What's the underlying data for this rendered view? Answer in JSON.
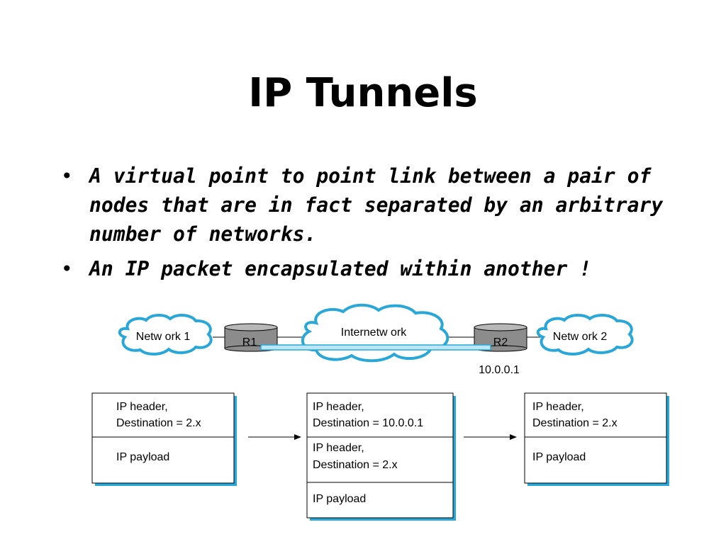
{
  "title": "IP Tunnels",
  "bullets": [
    "A virtual point to point link between a pair of nodes that are in fact separated by an arbitrary number of networks.",
    "An IP packet encapsulated within another !"
  ],
  "bullet_symbol": "•",
  "network": {
    "network1": "Netw ork 1",
    "internetwork": "Internetw ork",
    "network2": "Netw ork 2",
    "router1": "R1",
    "router2": "R2",
    "router2_address": "10.0.0.1"
  },
  "packets": {
    "first": {
      "header_line1": "IP header,",
      "header_line2": "Destination = 2.x",
      "payload": "IP payload"
    },
    "middle": {
      "outer_header_line1": "IP header,",
      "outer_header_line2": "Destination = 10.0.0.1",
      "inner_header_line1": "IP header,",
      "inner_header_line2": "Destination = 2.x",
      "payload": "IP payload"
    },
    "last": {
      "header_line1": "IP header,",
      "header_line2": "Destination = 2.x",
      "payload": "IP payload"
    }
  },
  "colors": {
    "cloud_stroke": "#29a7d8",
    "tunnel_fill": "#bde6f6",
    "tunnel_stroke": "#29a7d8",
    "box_shadow": "#29a7d8",
    "router_body": "#8c8c8c",
    "router_top": "#b8b8b8"
  }
}
